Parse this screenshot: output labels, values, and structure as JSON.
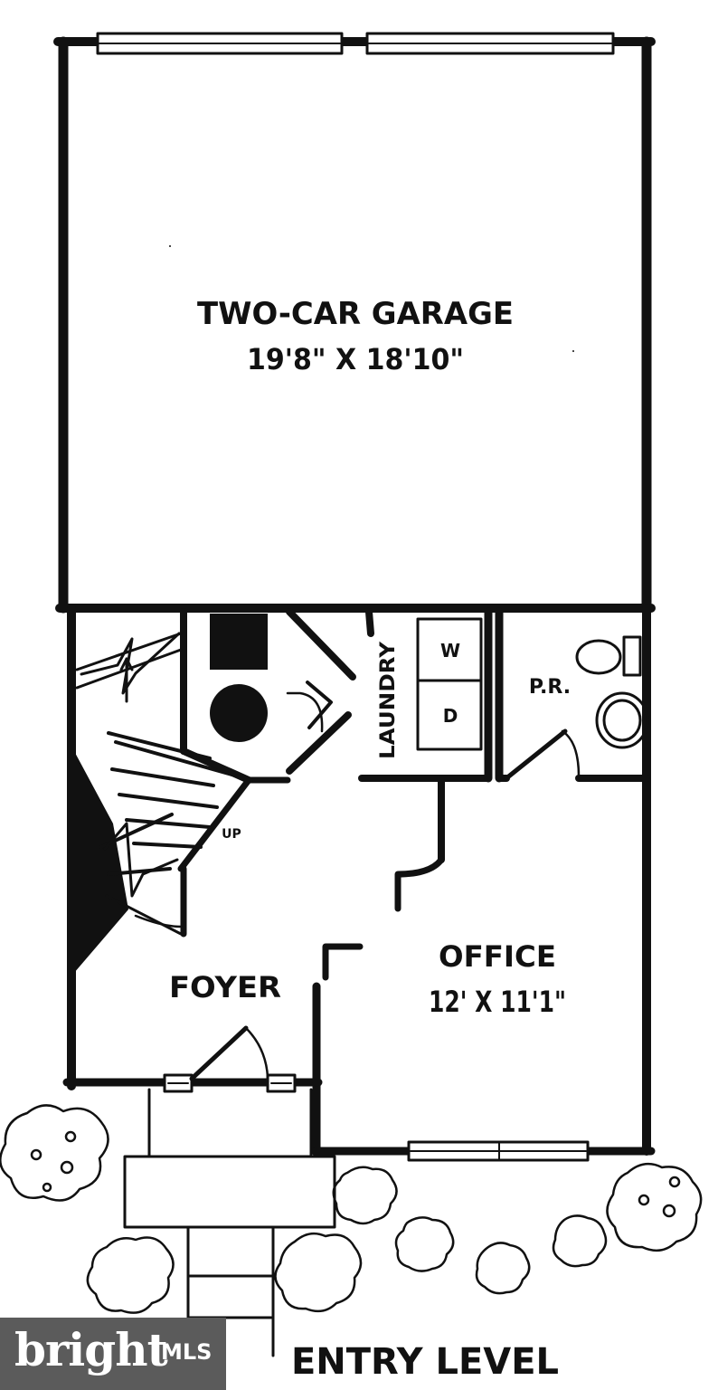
{
  "rooms": {
    "garage": {
      "name": "TWO-CAR GARAGE",
      "size": "19'8\" X 18'10\""
    },
    "office": {
      "name": "OFFICE",
      "size": "12' X 11'1\""
    },
    "foyer": {
      "name": "FOYER"
    },
    "laundry": {
      "name": "LAUNDRY",
      "washer": "W",
      "dryer": "D"
    },
    "powder_room": {
      "name": "P.R."
    }
  },
  "stairs": {
    "label": "UP"
  },
  "level_title": "ENTRY LEVEL",
  "watermark": {
    "brand": "bright",
    "suffix": "MLS"
  }
}
